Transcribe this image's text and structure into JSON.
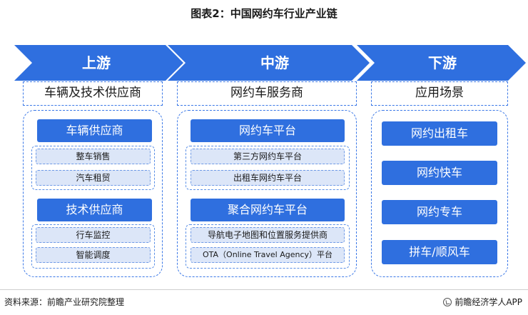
{
  "title": "图表2：中国网约车行业产业链",
  "stages": [
    {
      "label": "上游",
      "header": "车辆及技术供应商"
    },
    {
      "label": "中游",
      "header": "网约车服务商"
    },
    {
      "label": "下游",
      "header": "应用场景"
    }
  ],
  "upstream": {
    "vehicle": {
      "label": "车辆供应商",
      "items": [
        "整车销售",
        "汽车租贸"
      ]
    },
    "tech": {
      "label": "技术供应商",
      "items": [
        "行车监控",
        "智能调度"
      ]
    }
  },
  "midstream": {
    "platform": {
      "label": "网约车平台",
      "items": [
        "第三方网约车平台",
        "出租车网约车平台"
      ]
    },
    "aggregator": {
      "label": "聚合网约车平台",
      "items": [
        "导航电子地图和位置服务提供商",
        "OTA（Online Travel Agency）平台"
      ]
    }
  },
  "downstream": {
    "items": [
      "网约出租车",
      "网约快车",
      "网约专车",
      "拼车/顺风车"
    ]
  },
  "footer": {
    "source": "资料来源：前瞻产业研究院整理",
    "brand": "前瞻经济学人APP"
  },
  "colors": {
    "arrow": "#2f6fdf",
    "dashed": "#3b78e7",
    "sub_fill": "#dce6f8"
  }
}
